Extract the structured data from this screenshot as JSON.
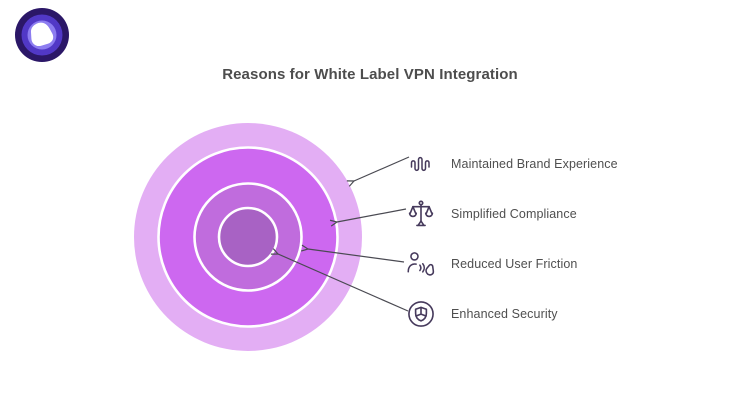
{
  "title": "Reasons for White Label VPN Integration",
  "logo": {
    "icon": "purevpn-logo"
  },
  "diagram": {
    "type": "concentric-rings",
    "ring_count": 4,
    "rings_outer_to_inner": [
      "outer-ring",
      "ring-2",
      "ring-3",
      "center-ring"
    ]
  },
  "items": [
    {
      "label": "Maintained Brand Experience",
      "icon": "pulse-bars-icon",
      "points_to_ring": 1
    },
    {
      "label": "Simplified Compliance",
      "icon": "scales-icon",
      "points_to_ring": 2
    },
    {
      "label": "Reduced User Friction",
      "icon": "user-gesture-icon",
      "points_to_ring": 3
    },
    {
      "label": "Enhanced Security",
      "icon": "shield-circle-icon",
      "points_to_ring": 4
    }
  ],
  "colors": {
    "background": "#ffffff",
    "ring_outer": "#e3aef4",
    "ring_2": "#cd68f0",
    "ring_3": "#c06cdd",
    "ring_center": "#a862c4",
    "ring_border": "#ffffff",
    "icon_stroke": "#463a5c",
    "arrow": "#4a4a52",
    "title_text": "#4d4d4d",
    "label_text": "#4f4f4f",
    "logo_outer": "#2b1767",
    "logo_mid": "#5138c6",
    "logo_inner": "#8d7df0",
    "logo_core": "#ffffff"
  }
}
